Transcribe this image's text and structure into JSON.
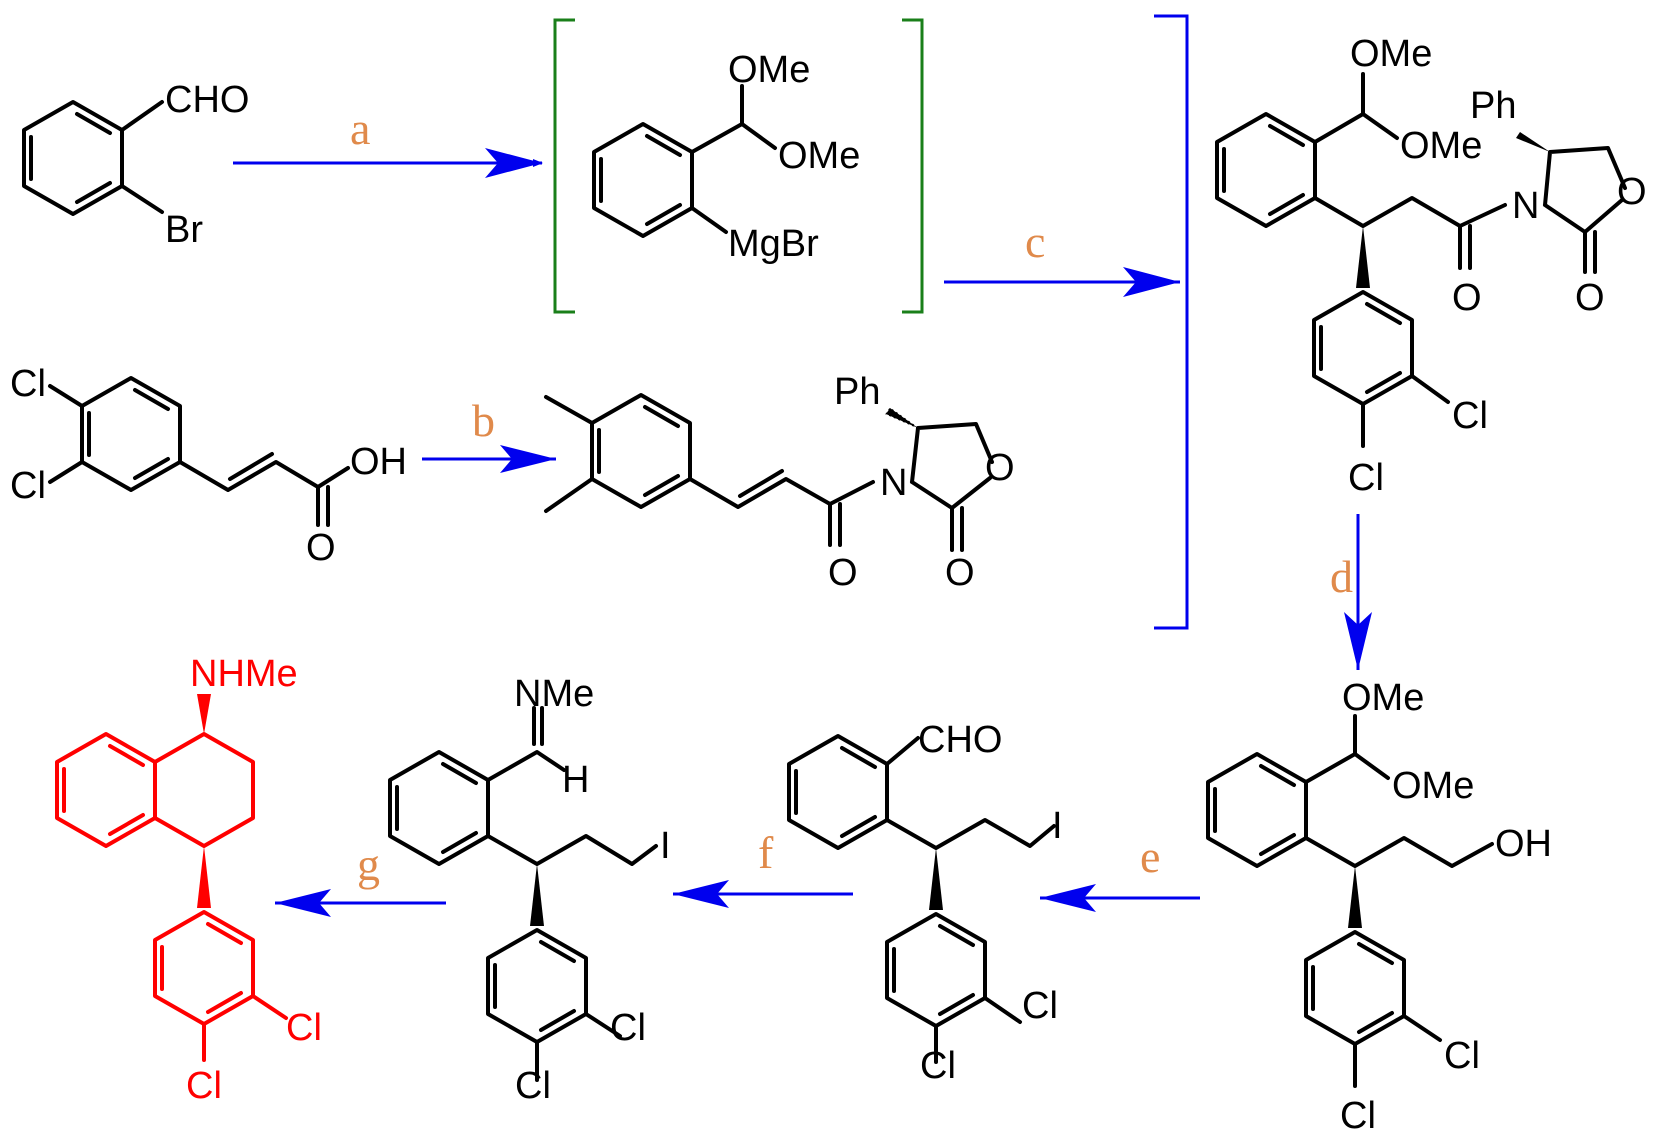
{
  "colors": {
    "bond": "#000000",
    "arrow": "#0000ee",
    "step_label": "#e08a4b",
    "bracket_green": "#1a7f1a",
    "bracket_blue": "#0000ee",
    "target": "#ff0000"
  },
  "steps": [
    "a",
    "b",
    "c",
    "d",
    "e",
    "f",
    "g"
  ],
  "atoms": {
    "s1_cho": "CHO",
    "s1_br": "Br",
    "s2_ome1": "OMe",
    "s2_ome2": "OMe",
    "s2_mgbr": "MgBr",
    "s3_cl1": "Cl",
    "s3_cl2": "Cl",
    "s3_oh": "OH",
    "s3_o": "O",
    "s4_ph": "Ph",
    "s4_n": "N",
    "s4_o_ring": "O",
    "s4_o_carbonyl": "O",
    "s4_o_imide": "O",
    "s5_ome1": "OMe",
    "s5_ome2": "OMe",
    "s5_ph": "Ph",
    "s5_n": "N",
    "s5_o_ring": "O",
    "s5_o_carbonyl": "O",
    "s5_o_imide": "O",
    "s5_cl1": "Cl",
    "s5_cl2": "Cl",
    "s6_ome1": "OMe",
    "s6_ome2": "OMe",
    "s6_oh": "OH",
    "s6_cl1": "Cl",
    "s6_cl2": "Cl",
    "s7_cho": "CHO",
    "s7_i": "I",
    "s7_cl1": "Cl",
    "s7_cl2": "Cl",
    "s8_nme": "NMe",
    "s8_h": "H",
    "s8_i": "I",
    "s8_cl1": "Cl",
    "s8_cl2": "Cl",
    "s9_nhme": "NHMe",
    "s9_cl1": "Cl",
    "s9_cl2": "Cl"
  }
}
